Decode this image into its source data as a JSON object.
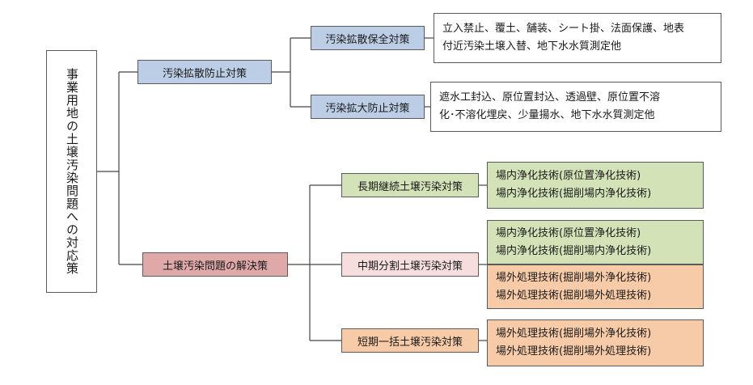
{
  "root": {
    "label": "事業用地の土壌汚染問題への対応策"
  },
  "level1": [
    {
      "id": "spread",
      "label": "汚染拡散防止対策"
    },
    {
      "id": "solution",
      "label": "土壌汚染問題の解決策"
    }
  ],
  "level2": [
    {
      "id": "spread_keep",
      "label": "汚染拡散保全対策"
    },
    {
      "id": "spread_expand",
      "label": "汚染拡大防止対策"
    },
    {
      "id": "long",
      "label": "長期継続土壌汚染対策"
    },
    {
      "id": "mid",
      "label": "中期分割土壌汚染対策"
    },
    {
      "id": "short",
      "label": "短期一括土壌汚染対策"
    }
  ],
  "details": {
    "keep": [
      "立入禁止、覆土、舗装、シート掛、法面保護、地表",
      "付近汚染土壌入替、地下水水質測定他"
    ],
    "expand": [
      "遮水工封込、原位置封込、透過壁、原位置不溶",
      "化･不溶化埋戻、少量揚水、地下水水質測定他"
    ],
    "long": [
      "場内浄化技術(原位置浄化技術)",
      "場内浄化技術(掘削場内浄化技術)"
    ],
    "mid_in": [
      "場内浄化技術(原位置浄化技術)",
      "場内浄化技術(掘削場内浄化技術)"
    ],
    "mid_out": [
      "場外処理技術(掘削場外浄化技術)",
      "場外処理技術(掘削場外処理技術)"
    ],
    "short": [
      "場外処理技術(掘削場外浄化技術)",
      "場外処理技術(掘削場外処理技術)"
    ]
  }
}
